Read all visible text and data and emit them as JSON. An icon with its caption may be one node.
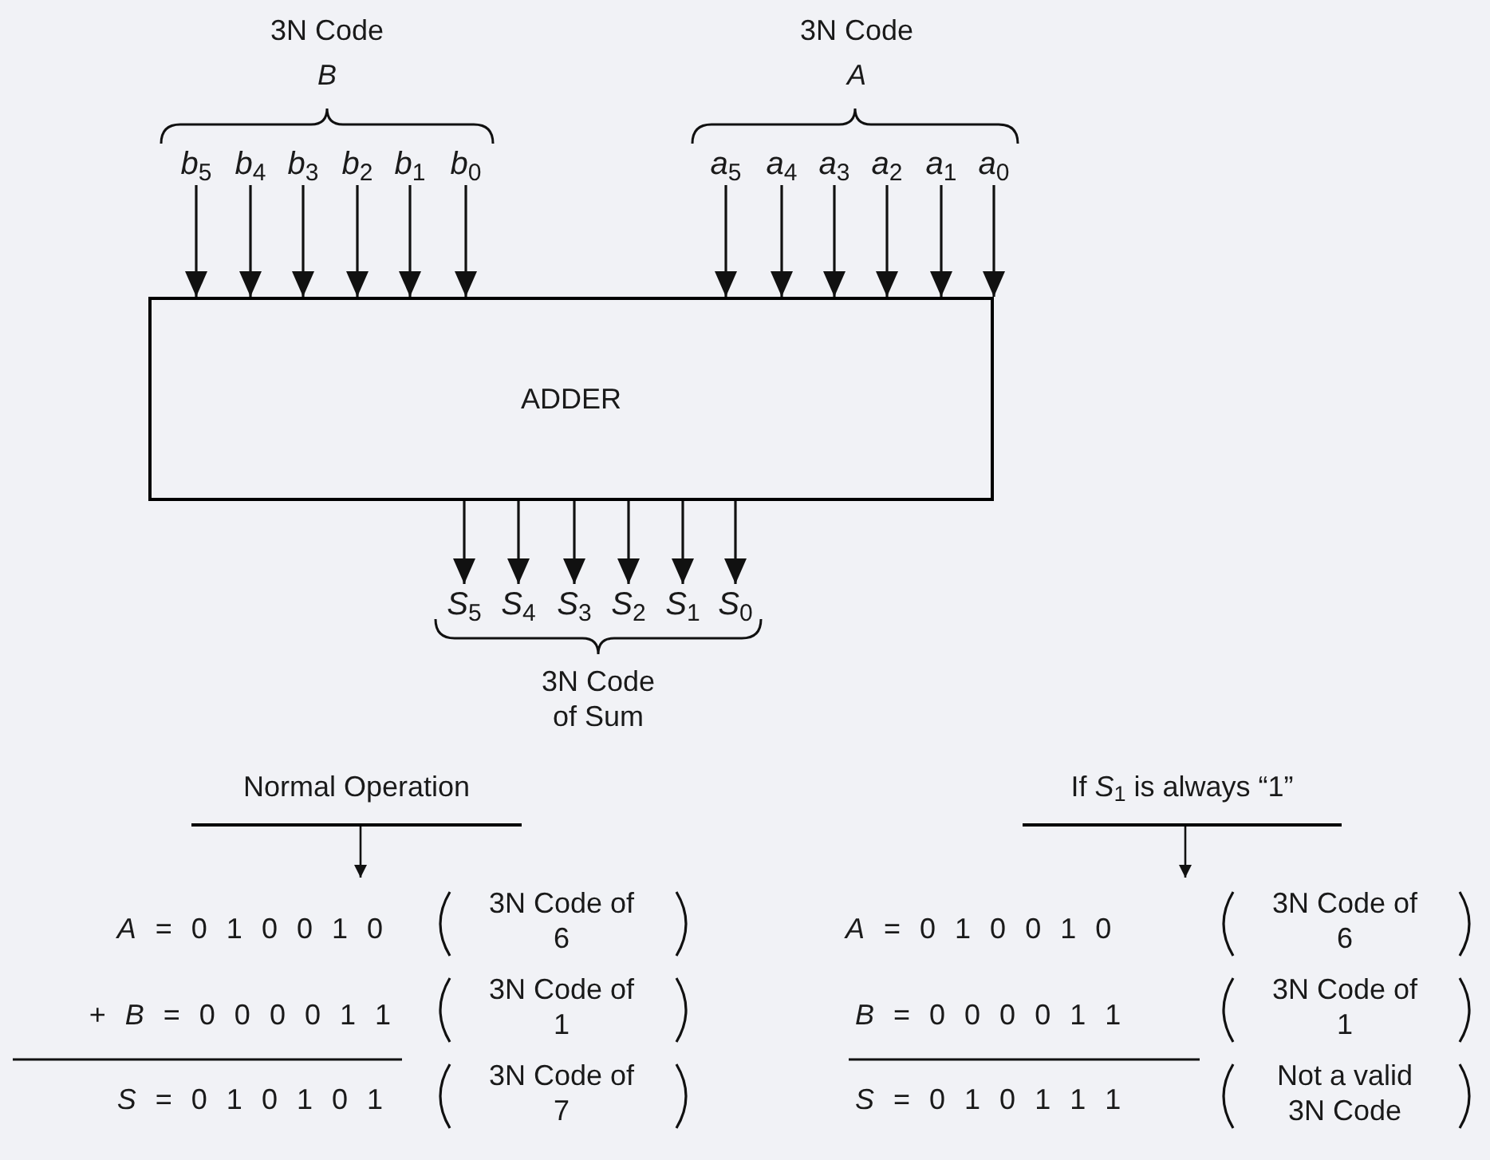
{
  "diagram": {
    "nodes": [
      {
        "text": [
          "ADDER"
        ]
      },
      {
        "text": [
          "*b*$_{5}$"
        ]
      },
      {
        "text": [
          "*b*$_{4}$"
        ]
      },
      {
        "text": [
          "*b*$_{3}$"
        ]
      },
      {
        "text": [
          "*b*$_{2}$"
        ]
      },
      {
        "text": [
          "*b*$_{1}$"
        ]
      },
      {
        "text": [
          "*b*$_{0}$"
        ]
      },
      {
        "text": [
          "*a*$_{5}$"
        ]
      },
      {
        "text": [
          "*a*$_{4}$"
        ]
      },
      {
        "text": [
          "*a*$_{3}$"
        ]
      },
      {
        "text": [
          "*a*$_{2}$"
        ]
      },
      {
        "text": [
          "*a*$_{1}$"
        ]
      },
      {
        "text": [
          "*a*$_{0}$"
        ]
      },
      {
        "text": [
          "*S*$_{5}$"
        ]
      },
      {
        "text": [
          "*S*$_{4}$"
        ]
      },
      {
        "text": [
          "*S*$_{3}$"
        ]
      },
      {
        "text": [
          "*S*$_{2}$"
        ]
      },
      {
        "text": [
          "*S*$_{1}$"
        ]
      },
      {
        "text": [
          "*S*$_{0}$"
        ]
      },
      {
        "text": [
          "Normal Operation"
        ]
      },
      {
        "text": [
          "If *S*$_{1}$ is always “1”"
        ]
      }
    ],
    "edges": [
      {
        "from": 1,
        "to": 0,
        "arrow": "to"
      },
      {
        "from": 2,
        "to": 0,
        "arrow": "to"
      },
      {
        "from": 3,
        "to": 0,
        "arrow": "to"
      },
      {
        "from": 4,
        "to": 0,
        "arrow": "to"
      },
      {
        "from": 5,
        "to": 0,
        "arrow": "to"
      },
      {
        "from": 6,
        "to": 0,
        "arrow": "to"
      },
      {
        "from": 7,
        "to": 0,
        "arrow": "to"
      },
      {
        "from": 8,
        "to": 0,
        "arrow": "to"
      },
      {
        "from": 9,
        "to": 0,
        "arrow": "to"
      },
      {
        "from": 10,
        "to": 0,
        "arrow": "to"
      },
      {
        "from": 11,
        "to": 0,
        "arrow": "to"
      },
      {
        "from": 12,
        "to": 0,
        "arrow": "to"
      },
      {
        "from": 0,
        "to": 13,
        "arrow": "to"
      },
      {
        "from": 0,
        "to": 14,
        "arrow": "to"
      },
      {
        "from": 0,
        "to": 15,
        "arrow": "to"
      },
      {
        "from": 0,
        "to": 16,
        "arrow": "to"
      },
      {
        "from": 0,
        "to": 17,
        "arrow": "to"
      },
      {
        "from": 0,
        "to": 18,
        "arrow": "to"
      },
      {
        "from": 19,
        "to": null,
        "arrow": "to"
      },
      {
        "from": 20,
        "to": null,
        "arrow": "to"
      }
    ],
    "labels": [
      "3N Code",
      "*B*",
      "3N Code",
      "*A*",
      "3N Code of Sum",
      "*A* = 0 1 0 0 1 0",
      "3N Code of 6",
      "+ *B* = 0 0 0 0 1 1",
      "3N Code of 1",
      "*S* = 0 1 0 1 0 1",
      "3N Code of 7",
      "*A* = 0 1 0 0 1 0",
      "3N Code of 6",
      "*B* = 0 0 0 0 1 1",
      "3N Code of 1",
      "*S* = 0 1 0 1 1 1",
      "Not a valid 3N Code"
    ]
  }
}
